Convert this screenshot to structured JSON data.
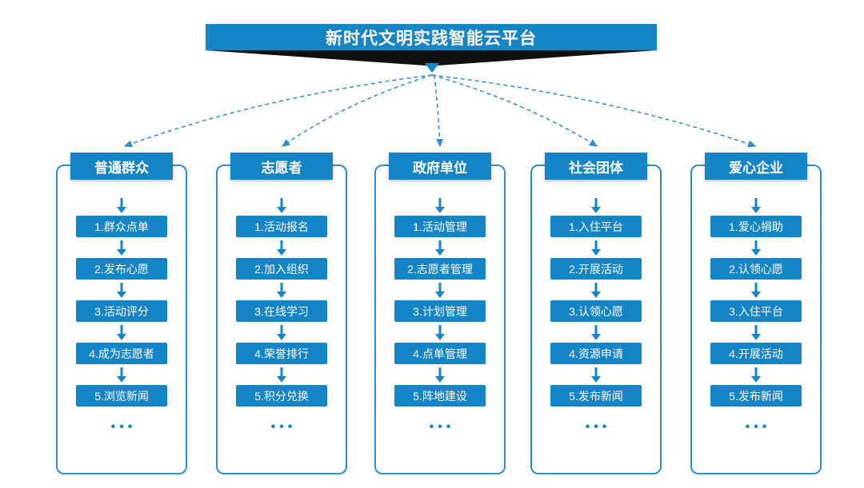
{
  "title": "新时代文明实践智能云平台",
  "ellipsis": "•••",
  "colors": {
    "primary_blue": "#1685c6",
    "border_blue": "#2a8fcb",
    "banner_shadow_black": "#101010",
    "text_white": "#ffffff"
  },
  "columns": [
    {
      "title": "普通群众",
      "items": [
        "1.群众点单",
        "2.发布心愿",
        "3.活动评分",
        "4.成为志愿者",
        "5.浏览新闻"
      ]
    },
    {
      "title": "志愿者",
      "items": [
        "1.活动报名",
        "2.加入组织",
        "3.在线学习",
        "4.荣誉排行",
        "5.积分兑换"
      ]
    },
    {
      "title": "政府单位",
      "items": [
        "1.活动管理",
        "2.志愿者管理",
        "3.计划管理",
        "4.点单管理",
        "5.阵地建设"
      ]
    },
    {
      "title": "社会团体",
      "items": [
        "1.入住平台",
        "2.开展活动",
        "3.认领心愿",
        "4.资源申请",
        "5.发布新闻"
      ]
    },
    {
      "title": "爱心企业",
      "items": [
        "1.爱心捐助",
        "2.认领心愿",
        "3.入住平台",
        "4.开展活动",
        "5.发布新闻"
      ]
    }
  ]
}
